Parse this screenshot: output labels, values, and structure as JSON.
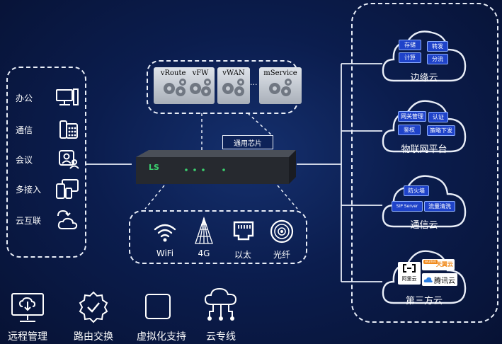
{
  "left_panel": {
    "items": [
      {
        "label": "办公",
        "icon": "computer-icon"
      },
      {
        "label": "通信",
        "icon": "telephone-icon"
      },
      {
        "label": "会议",
        "icon": "meeting-icon"
      },
      {
        "label": "多接入",
        "icon": "devices-icon"
      },
      {
        "label": "云互联",
        "icon": "cloud-sync-icon"
      }
    ]
  },
  "services": {
    "items": [
      "vRouter",
      "vFW",
      "vWAN",
      "mService"
    ],
    "ellipsis": "..."
  },
  "chip_label": "通用芯片",
  "device": {
    "logo": "LS"
  },
  "access": {
    "items": [
      {
        "label": "WiFi",
        "icon": "wifi-icon"
      },
      {
        "label": "4G",
        "icon": "antenna-4g-icon"
      },
      {
        "label": "以太",
        "icon": "ethernet-port-icon"
      },
      {
        "label": "光纤",
        "icon": "fiber-icon"
      }
    ]
  },
  "clouds": [
    {
      "title": "边缘云",
      "tags": [
        "存储",
        "转发",
        "计算",
        "分流"
      ]
    },
    {
      "title": "物联网平台",
      "tags": [
        "网关管理",
        "认证",
        "鉴权",
        "策略下发"
      ]
    },
    {
      "title": "通信云",
      "tags": [
        "防火墙",
        "SIP Server",
        "流量清洗"
      ]
    },
    {
      "title": "第三方云",
      "logos": [
        "阿里云",
        "天翼云",
        "腾讯云"
      ],
      "logo_sub": "wulink"
    }
  ],
  "bottom": {
    "items": [
      {
        "label": "远程管理",
        "icon": "remote-monitor-icon"
      },
      {
        "label": "路由交换",
        "icon": "badge-check-icon"
      },
      {
        "label": "虚拟化支持",
        "icon": "virtual-box-icon"
      },
      {
        "label": "云专线",
        "icon": "cloud-network-icon"
      }
    ]
  },
  "colors": {
    "background": "#0b1d4e",
    "tag_fill": "#1f43c9",
    "line": "#e9eef8",
    "device_led": "#3bd16f"
  }
}
